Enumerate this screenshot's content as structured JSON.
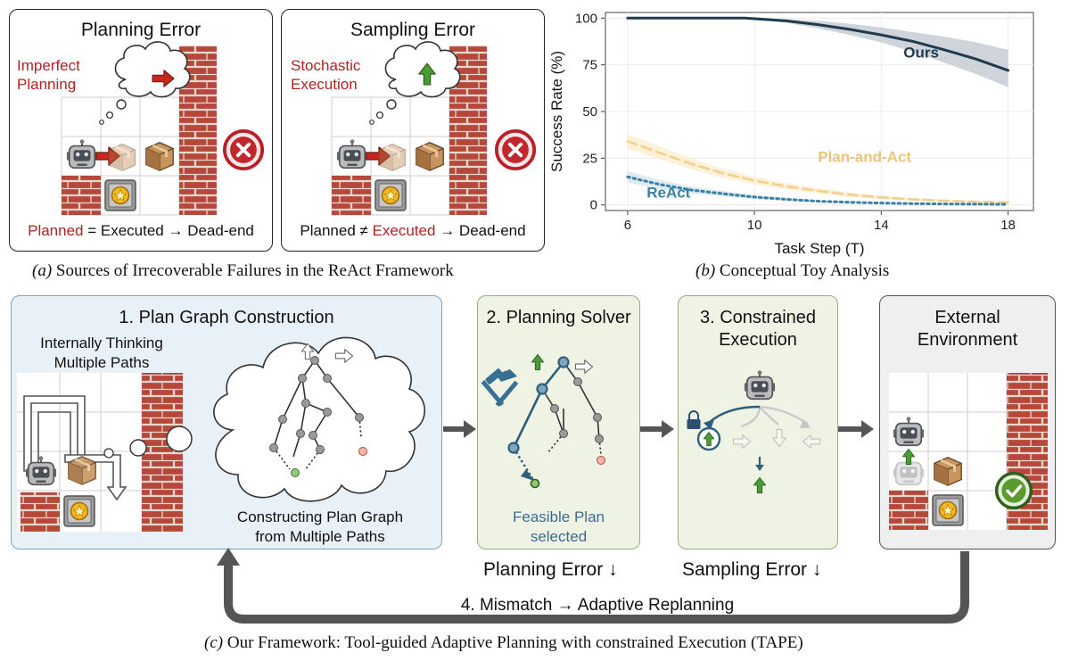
{
  "panel_a": {
    "planning": {
      "title": "Planning Error",
      "red_label_1": "Imperfect",
      "red_label_2": "Planning",
      "bottom_planned": "Planned",
      "bottom_rest": " = Executed → Dead-end"
    },
    "sampling": {
      "title": "Sampling Error",
      "red_label_1": "Stochastic",
      "red_label_2": "Execution",
      "bottom_start": "Planned ≠ ",
      "bottom_executed": "Executed",
      "bottom_rest": " → Dead-end"
    },
    "caption_tag": "(a)",
    "caption_text": " Sources of Irrecoverable Failures in the ReAct Framework"
  },
  "panel_b": {
    "caption_tag": "(b)",
    "caption_text": " Conceptual Toy Analysis"
  },
  "chart_data": {
    "type": "line",
    "xlabel": "Task Step (T)",
    "ylabel": "Success Rate (%)",
    "xlim": [
      5.3,
      18.8
    ],
    "ylim": [
      -3,
      103
    ],
    "xticks": [
      6,
      10,
      14,
      18
    ],
    "yticks": [
      0,
      25,
      50,
      75,
      100
    ],
    "grid": true,
    "series": [
      {
        "name": "Ours",
        "style": "solid",
        "color": "#1f3b4d",
        "band_color": "#c5ccd2",
        "x": [
          6,
          8,
          9.7,
          11,
          12,
          13,
          14,
          15,
          16,
          17,
          18
        ],
        "y": [
          100,
          100,
          100,
          98.5,
          96.5,
          94,
          91,
          87.5,
          83,
          78,
          72
        ],
        "lower": [
          100,
          100,
          100,
          97.5,
          94.5,
          91,
          87,
          82,
          76,
          70,
          63
        ],
        "upper": [
          100,
          100,
          100,
          99.5,
          98.5,
          97,
          95,
          92.5,
          90,
          87,
          83
        ]
      },
      {
        "name": "Plan-and-Act",
        "style": "dashed",
        "color": "#f2cf8e",
        "band_color": "#fbeed2",
        "x": [
          6,
          7,
          8,
          9,
          10,
          11,
          12,
          13,
          14,
          15,
          16,
          17,
          18
        ],
        "y": [
          34,
          28,
          22,
          17,
          13,
          10,
          7.5,
          5.5,
          4,
          3,
          2.2,
          1.7,
          1.4
        ],
        "lower": [
          30,
          24.5,
          19,
          14.5,
          11,
          8.3,
          6,
          4.3,
          3.1,
          2.2,
          1.6,
          1.2,
          0.9
        ],
        "upper": [
          38,
          31.5,
          25,
          19.5,
          15,
          11.7,
          9,
          6.7,
          4.9,
          3.8,
          2.8,
          2.2,
          1.9
        ]
      },
      {
        "name": "ReAct",
        "style": "dotted",
        "color": "#3a7fa8",
        "band_color": "#d7e6ef",
        "x": [
          6,
          7,
          8,
          9,
          10,
          11,
          12,
          13,
          14,
          15,
          16,
          17,
          18
        ],
        "y": [
          15,
          11,
          8,
          6,
          4.2,
          3,
          2,
          1.4,
          1,
          0.7,
          0.5,
          0.4,
          0.3
        ],
        "lower": [
          12,
          8.6,
          6.2,
          4.5,
          3.1,
          2.2,
          1.5,
          1,
          0.7,
          0.5,
          0.3,
          0.2,
          0.1
        ],
        "upper": [
          18,
          13.4,
          9.8,
          7.5,
          5.3,
          3.8,
          2.5,
          1.8,
          1.3,
          0.9,
          0.7,
          0.6,
          0.5
        ]
      }
    ]
  },
  "panel_c": {
    "stage1": {
      "title": "1. Plan Graph Construction",
      "label_1": "Internally Thinking",
      "label_2": "Multiple Paths",
      "graph_label_1": "Constructing Plan Graph",
      "graph_label_2": "from Multiple Paths"
    },
    "stage2": {
      "title": "2. Planning Solver",
      "feasible_1": "Feasible Plan",
      "feasible_2": "selected",
      "error": "Planning Error ↓"
    },
    "stage3": {
      "title_1": "3. Constrained",
      "title_2": "Execution",
      "error": "Sampling Error ↓"
    },
    "stage4": {
      "title_1": "External",
      "title_2": "Environment"
    },
    "loop_label": "4. Mismatch → Adaptive Replanning",
    "caption_tag": "(c)",
    "caption_text": " Our Framework: Tool-guided Adaptive Planning with constrained Execution (TAPE)"
  },
  "colors": {
    "error_red": "#b22222",
    "stage1_bg": "#e8f1f8",
    "stage2_bg": "#eef3e4",
    "stage4_bg": "#efefef",
    "ours": "#1f3b4d",
    "plan_and_act": "#f2cf8e",
    "react": "#3a7fa8",
    "brick": "#b5483a",
    "arrow_red": "#c4281f",
    "arrow_green": "#4a9a35"
  },
  "icons": [
    "robot-icon",
    "box-icon",
    "coin-icon",
    "brick-wall-icon",
    "thought-cloud-icon",
    "fail-x-icon",
    "success-check-icon",
    "hammer-icon",
    "lock-icon"
  ]
}
